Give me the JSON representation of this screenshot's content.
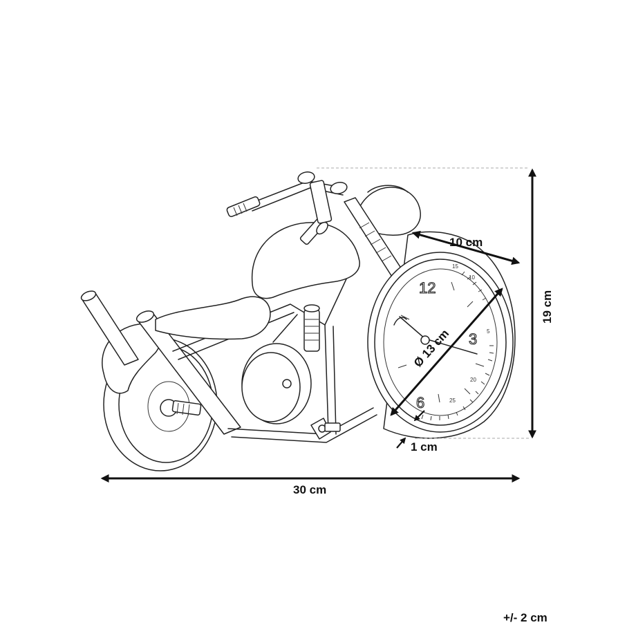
{
  "dimensions": {
    "width_label": "30 cm",
    "height_label": "19 cm",
    "depth_label": "10 cm",
    "diameter_label": "Ø 13 cm",
    "rim_label": "1 cm"
  },
  "tolerance": "+/- 2 cm",
  "clock": {
    "numerals": [
      "12",
      "3",
      "6"
    ],
    "tachometer_marks": [
      "5",
      "10",
      "15",
      "20",
      "25"
    ]
  }
}
